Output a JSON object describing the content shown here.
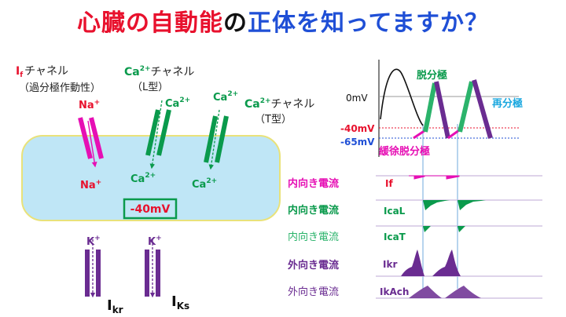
{
  "title": {
    "part1": "心臓の自動能",
    "part2": "の",
    "part3": "正体を知ってますか？"
  },
  "cell": {
    "if_channel_symbol": "I",
    "if_channel_subscript": "f",
    "if_channel_name": "チャネル",
    "if_channel_desc": "（過分極作動性）",
    "na_ion_top": "Na",
    "na_ion_bottom": "Na",
    "plus": "+",
    "ca_l_label": "Ca",
    "ca_l_name": "チャネル",
    "ca_l_type": "（L型）",
    "ca_t_label": "Ca",
    "ca_t_name": "チャネル",
    "ca_t_type": "（T型）",
    "ca_ion": "Ca",
    "ca_charge": "2+",
    "membrane_potential": "-40mV",
    "k_ion": "K",
    "ikr_symbol": "I",
    "ikr_sub": "kr",
    "iks_symbol": "I",
    "iks_sub": "Ks"
  },
  "action_potential": {
    "zero_label": "0mV",
    "threshold_label": "-40mV",
    "resting_label": "-65mV",
    "depolarization": "脱分極",
    "repolarization": "再分極",
    "slow_depolarization": "緩徐脱分極"
  },
  "currents": [
    {
      "direction": "内向き電流",
      "name": "If"
    },
    {
      "direction": "内向き電流",
      "name": "IcaL"
    },
    {
      "direction": "内向き電流",
      "name": "IcaT"
    },
    {
      "direction": "外向き電流",
      "name": "Ikr"
    },
    {
      "direction": "外向き電流",
      "name": "IkAch"
    }
  ],
  "colors": {
    "title_red": "#e8112d",
    "title_blue": "#1f4fd6",
    "cell_fill": "#bfe6f6",
    "cell_border": "#e9e27a",
    "if_magenta": "#e60fb4",
    "ca_green": "#0a9a4c",
    "k_purple": "#6a2c91",
    "threshold_red": "#e8112d",
    "resting_blue": "#1f4fd6",
    "repol_cyan": "#1aa7df"
  }
}
